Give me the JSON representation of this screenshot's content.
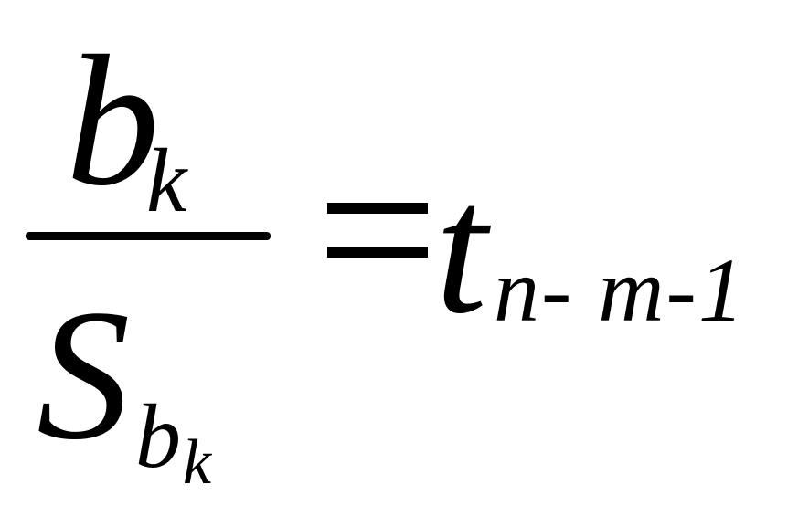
{
  "equation": {
    "numerator": {
      "base": "b",
      "subscript": "k"
    },
    "denominator": {
      "base": "S",
      "subscript": "b",
      "subsubscript": "k"
    },
    "relation": "=",
    "rhs": {
      "base": "t",
      "subscript": "n- m-1"
    }
  }
}
